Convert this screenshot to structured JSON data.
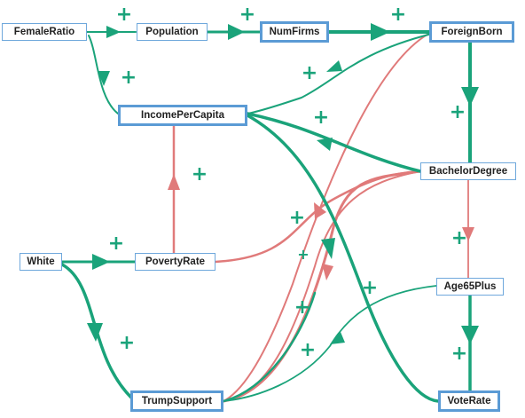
{
  "colors": {
    "positive": "#1aa37a",
    "negative": "#e07a7a",
    "node_border": "#6fa8dc"
  },
  "sign_symbol": "+",
  "nodes": {
    "female_ratio": "FemaleRatio",
    "population": "Population",
    "num_firms": "NumFirms",
    "foreign_born": "ForeignBorn",
    "income_per_capita": "IncomePerCapita",
    "bachelor_degree": "BachelorDegree",
    "white": "White",
    "poverty_rate": "PovertyRate",
    "age65plus": "Age65Plus",
    "trump_support": "TrumpSupport",
    "vote_rate": "VoteRate"
  },
  "edges": [
    {
      "from": "FemaleRatio",
      "to": "Population",
      "sign": "+"
    },
    {
      "from": "Population",
      "to": "NumFirms",
      "sign": "+"
    },
    {
      "from": "NumFirms",
      "to": "ForeignBorn",
      "sign": "+"
    },
    {
      "from": "FemaleRatio",
      "to": "IncomePerCapita",
      "sign": "+"
    },
    {
      "from": "ForeignBorn",
      "to": "IncomePerCapita",
      "sign": "+"
    },
    {
      "from": "ForeignBorn",
      "to": "BachelorDegree",
      "sign": "+"
    },
    {
      "from": "ForeignBorn",
      "to": "TrumpSupport",
      "sign": "-"
    },
    {
      "from": "BachelorDegree",
      "to": "IncomePerCapita",
      "sign": "+"
    },
    {
      "from": "BachelorDegree",
      "to": "Age65Plus",
      "sign": "-"
    },
    {
      "from": "BachelorDegree",
      "to": "TrumpSupport",
      "sign": "-"
    },
    {
      "from": "PovertyRate",
      "to": "BachelorDegree",
      "sign": "-"
    },
    {
      "from": "IncomePerCapita",
      "to": "VoteRate",
      "sign": "+"
    },
    {
      "from": "PovertyRate",
      "to": "IncomePerCapita",
      "sign": "-"
    },
    {
      "from": "White",
      "to": "PovertyRate",
      "sign": "+"
    },
    {
      "from": "White",
      "to": "TrumpSupport",
      "sign": "+"
    },
    {
      "from": "Age65Plus",
      "to": "TrumpSupport",
      "sign": "+"
    },
    {
      "from": "Age65Plus",
      "to": "VoteRate",
      "sign": "+"
    },
    {
      "from": "TrumpSupport",
      "to": "VoteRate",
      "sign": "+"
    }
  ]
}
